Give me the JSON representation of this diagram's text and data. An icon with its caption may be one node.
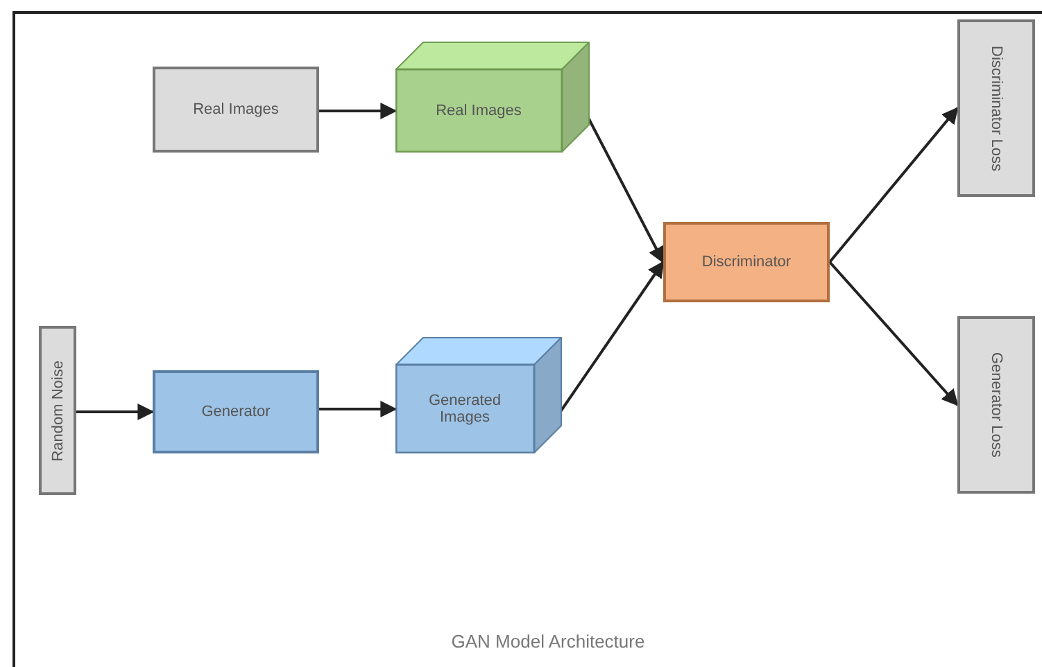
{
  "diagram": {
    "caption": "GAN Model Architecture",
    "nodes": [
      {
        "text": [
          "Real Images"
        ]
      },
      {
        "text": [
          "Real Images"
        ]
      },
      {
        "text": [
          "Discriminator"
        ]
      },
      {
        "text": [
          "Discriminator Loss"
        ]
      },
      {
        "text": [
          "Generator Loss"
        ]
      },
      {
        "text": [
          "Random Noise"
        ]
      },
      {
        "text": [
          "Generator"
        ]
      },
      {
        "text": [
          "Generated Images"
        ]
      }
    ],
    "edges": [
      {
        "from": 0,
        "to": 1,
        "arrow": "to"
      },
      {
        "from": 1,
        "to": 2,
        "arrow": "to"
      },
      {
        "from": 2,
        "to": 3,
        "arrow": "to"
      },
      {
        "from": 2,
        "to": 4,
        "arrow": "to"
      },
      {
        "from": 5,
        "to": 6,
        "arrow": "to"
      },
      {
        "from": 6,
        "to": 7,
        "arrow": "to"
      },
      {
        "from": 7,
        "to": 2,
        "arrow": "to"
      }
    ]
  }
}
